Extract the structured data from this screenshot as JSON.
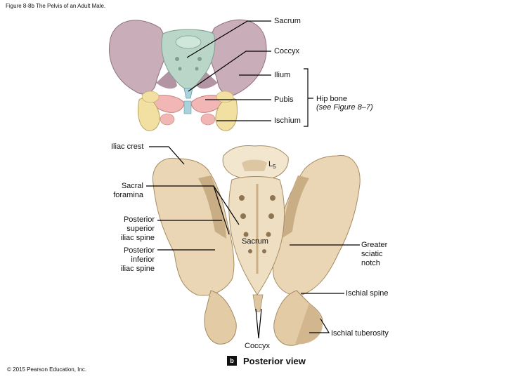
{
  "figure_title": "Figure 8-8b The Pelvis of an Adult Male.",
  "top_view": {
    "labels": {
      "sacrum": "Sacrum",
      "coccyx": "Coccyx",
      "ilium": "Ilium",
      "pubis": "Pubis",
      "ischium": "Ischium",
      "hip_bone": "Hip bone",
      "hip_bone_ref": "(see Figure 8–7)"
    },
    "colors": {
      "ilium": "#c9adb8",
      "sacrum": "#b9d6c8",
      "pubis": "#f2b7b5",
      "ischium": "#f2dfa2",
      "coccyx": "#a9d3dc"
    }
  },
  "posterior_view": {
    "labels": {
      "iliac_crest": "Iliac crest",
      "l5": "L5",
      "sacral_foramina": "Sacral\nforamina",
      "psis": "Posterior\nsuperior\niliac spine",
      "pois": "Posterior\ninferior\niliac spine",
      "sacrum": "Sacrum",
      "greater_sciatic_notch": "Greater\nsciatic\nnotch",
      "ischial_spine": "Ischial spine",
      "ischial_tuberosity": "Ischial tuberosity",
      "coccyx": "Coccyx"
    },
    "badge": "b",
    "view_title": "Posterior view"
  },
  "copyright": "© 2015 Pearson Education, Inc."
}
